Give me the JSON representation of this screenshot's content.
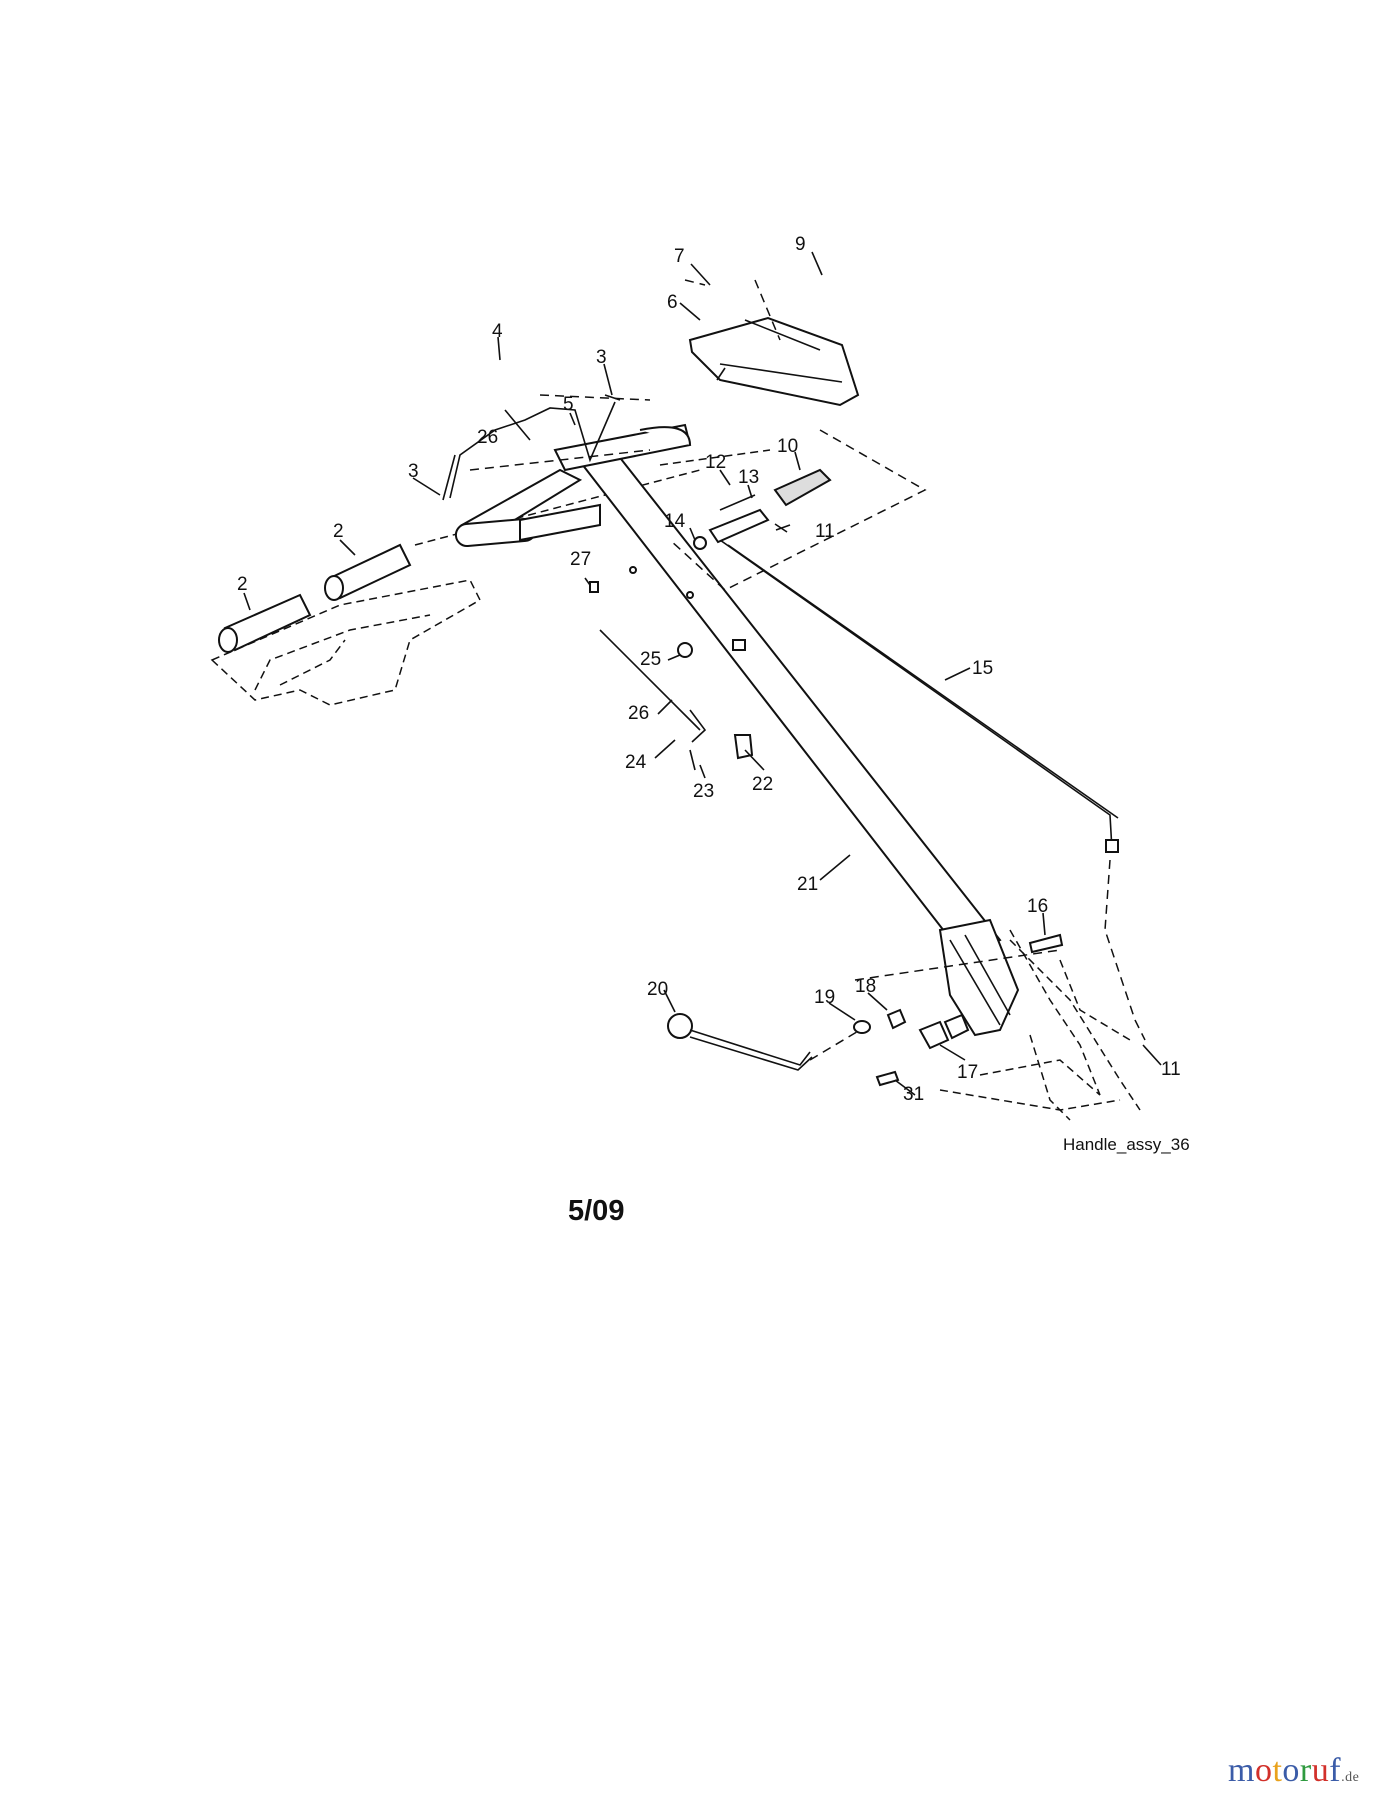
{
  "diagram": {
    "caption": "Handle_assy_36",
    "date_code": "5/09",
    "callouts": [
      {
        "id": "c-7",
        "text": "7"
      },
      {
        "id": "c-9",
        "text": "9"
      },
      {
        "id": "c-6",
        "text": "6"
      },
      {
        "id": "c-4",
        "text": "4"
      },
      {
        "id": "c-3a",
        "text": "3"
      },
      {
        "id": "c-5",
        "text": "5"
      },
      {
        "id": "c-26a",
        "text": "26"
      },
      {
        "id": "c-10",
        "text": "10"
      },
      {
        "id": "c-12",
        "text": "12"
      },
      {
        "id": "c-13",
        "text": "13"
      },
      {
        "id": "c-3b",
        "text": "3"
      },
      {
        "id": "c-14",
        "text": "14"
      },
      {
        "id": "c-11a",
        "text": "11"
      },
      {
        "id": "c-2a",
        "text": "2"
      },
      {
        "id": "c-27",
        "text": "27"
      },
      {
        "id": "c-2b",
        "text": "2"
      },
      {
        "id": "c-25",
        "text": "25"
      },
      {
        "id": "c-15",
        "text": "15"
      },
      {
        "id": "c-26b",
        "text": "26"
      },
      {
        "id": "c-24",
        "text": "24"
      },
      {
        "id": "c-22",
        "text": "22"
      },
      {
        "id": "c-23",
        "text": "23"
      },
      {
        "id": "c-21",
        "text": "21"
      },
      {
        "id": "c-16",
        "text": "16"
      },
      {
        "id": "c-20",
        "text": "20"
      },
      {
        "id": "c-18",
        "text": "18"
      },
      {
        "id": "c-19",
        "text": "19"
      },
      {
        "id": "c-11b",
        "text": "11"
      },
      {
        "id": "c-17",
        "text": "17"
      },
      {
        "id": "c-31",
        "text": "31"
      }
    ]
  },
  "logo": {
    "letters": [
      {
        "ch": "m",
        "color": "#3b5ca8"
      },
      {
        "ch": "o",
        "color": "#d2302a"
      },
      {
        "ch": "t",
        "color": "#e9a21c"
      },
      {
        "ch": "o",
        "color": "#3b5ca8"
      },
      {
        "ch": "r",
        "color": "#2f9a3f"
      },
      {
        "ch": "u",
        "color": "#d2302a"
      },
      {
        "ch": "f",
        "color": "#3b5ca8"
      }
    ],
    "suffix": ".de"
  }
}
